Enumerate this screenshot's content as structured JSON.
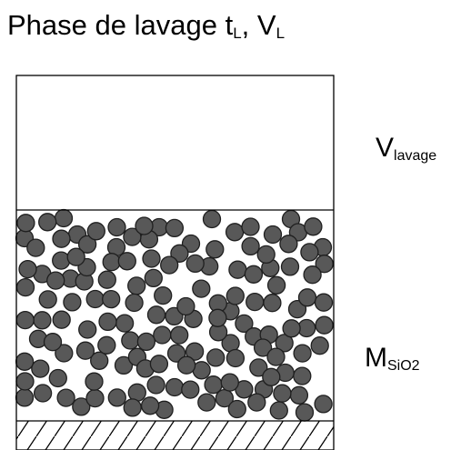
{
  "title": {
    "main": "Phase de lavage t",
    "sub1": "L",
    "sep": ", V",
    "sub2": "L"
  },
  "labels": {
    "wash_volume": {
      "main": "V",
      "sub": "lavage"
    },
    "silica_mass": {
      "main": "M",
      "sub": "SiO2"
    }
  },
  "colors": {
    "particle_fill": "#585858",
    "particle_stroke": "#1f1f1f",
    "outline": "#000000"
  }
}
